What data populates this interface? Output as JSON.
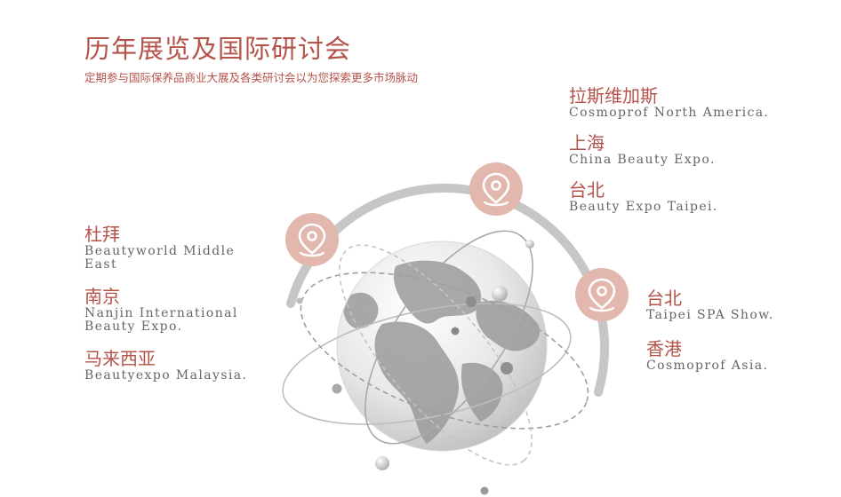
{
  "header": {
    "title": "历年展览及国际研讨会",
    "subtitle": "定期参与国际保养品商业大展及各类研讨会以为您探索更多市场脉动"
  },
  "left_group": [
    {
      "cn": "杜拜",
      "en": "Beautyworld Middle East"
    },
    {
      "cn": "南京",
      "en": "Nanjin International Beauty Expo."
    },
    {
      "cn": "马来西亚",
      "en": "Beautyexpo Malaysia."
    }
  ],
  "right_top_group": [
    {
      "cn": "拉斯维加斯",
      "en": "Cosmoprof North America."
    },
    {
      "cn": "上海",
      "en": "China Beauty Expo."
    },
    {
      "cn": "台北",
      "en": "Beauty Expo Taipei."
    }
  ],
  "right_bottom_group": [
    {
      "cn": "台北",
      "en": "Taipei SPA Show."
    },
    {
      "cn": "香港",
      "en": "Cosmoprof Asia."
    }
  ],
  "colors": {
    "accent": "#b4534a",
    "pin_circle": "#e2b7ae",
    "arc": "#c4c4c4"
  },
  "icons": [
    "map-pin-icon",
    "globe-icon"
  ]
}
